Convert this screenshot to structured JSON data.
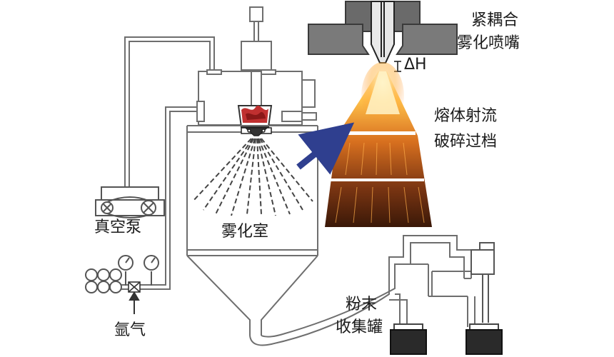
{
  "labels": {
    "nozzle_line1": "紧耦合",
    "nozzle_line2": "雾化喷嘴",
    "delta_h": "ΔH",
    "jet_line1": "熔体射流",
    "jet_line2": "破碎过档",
    "vacuum_pump": "真空泵",
    "chamber": "雾化室",
    "argon": "氩气",
    "powder_line1": "粉末",
    "powder_line2": "收集罐"
  },
  "colors": {
    "line": "#6e6e6e",
    "arrow": "#2f3f8f",
    "melt": "#c03030",
    "jet_hot": "#ffd37a",
    "jet_dark": "#3a1808"
  }
}
